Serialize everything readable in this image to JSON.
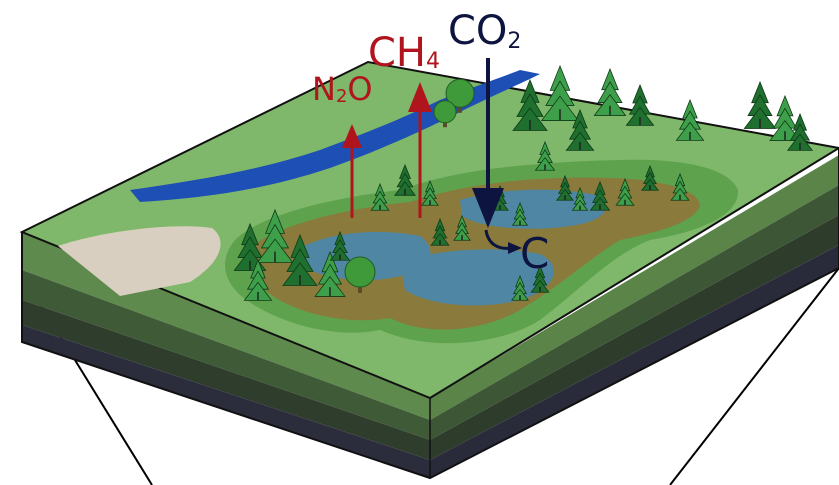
{
  "labels": {
    "n2o_main": "N",
    "n2o_sub": "2",
    "n2o_tail": "O",
    "ch4_main": "CH",
    "ch4_sub": "4",
    "co2_main": "CO",
    "co2_sub": "2",
    "carbon": "C"
  },
  "colors": {
    "emission_arrow": "#b0141c",
    "uptake_arrow": "#0d1440",
    "grass": "#7fb86a",
    "river": "#1e4fb5",
    "pond": "#4f86a3",
    "mud": "#8a7a3c",
    "tree_dark": "#1f6f2e",
    "tree_light": "#3e9f4a",
    "soil_layers": [
      "#58834a",
      "#3f5a36",
      "#2f3d2c",
      "#2a2c3a"
    ]
  }
}
